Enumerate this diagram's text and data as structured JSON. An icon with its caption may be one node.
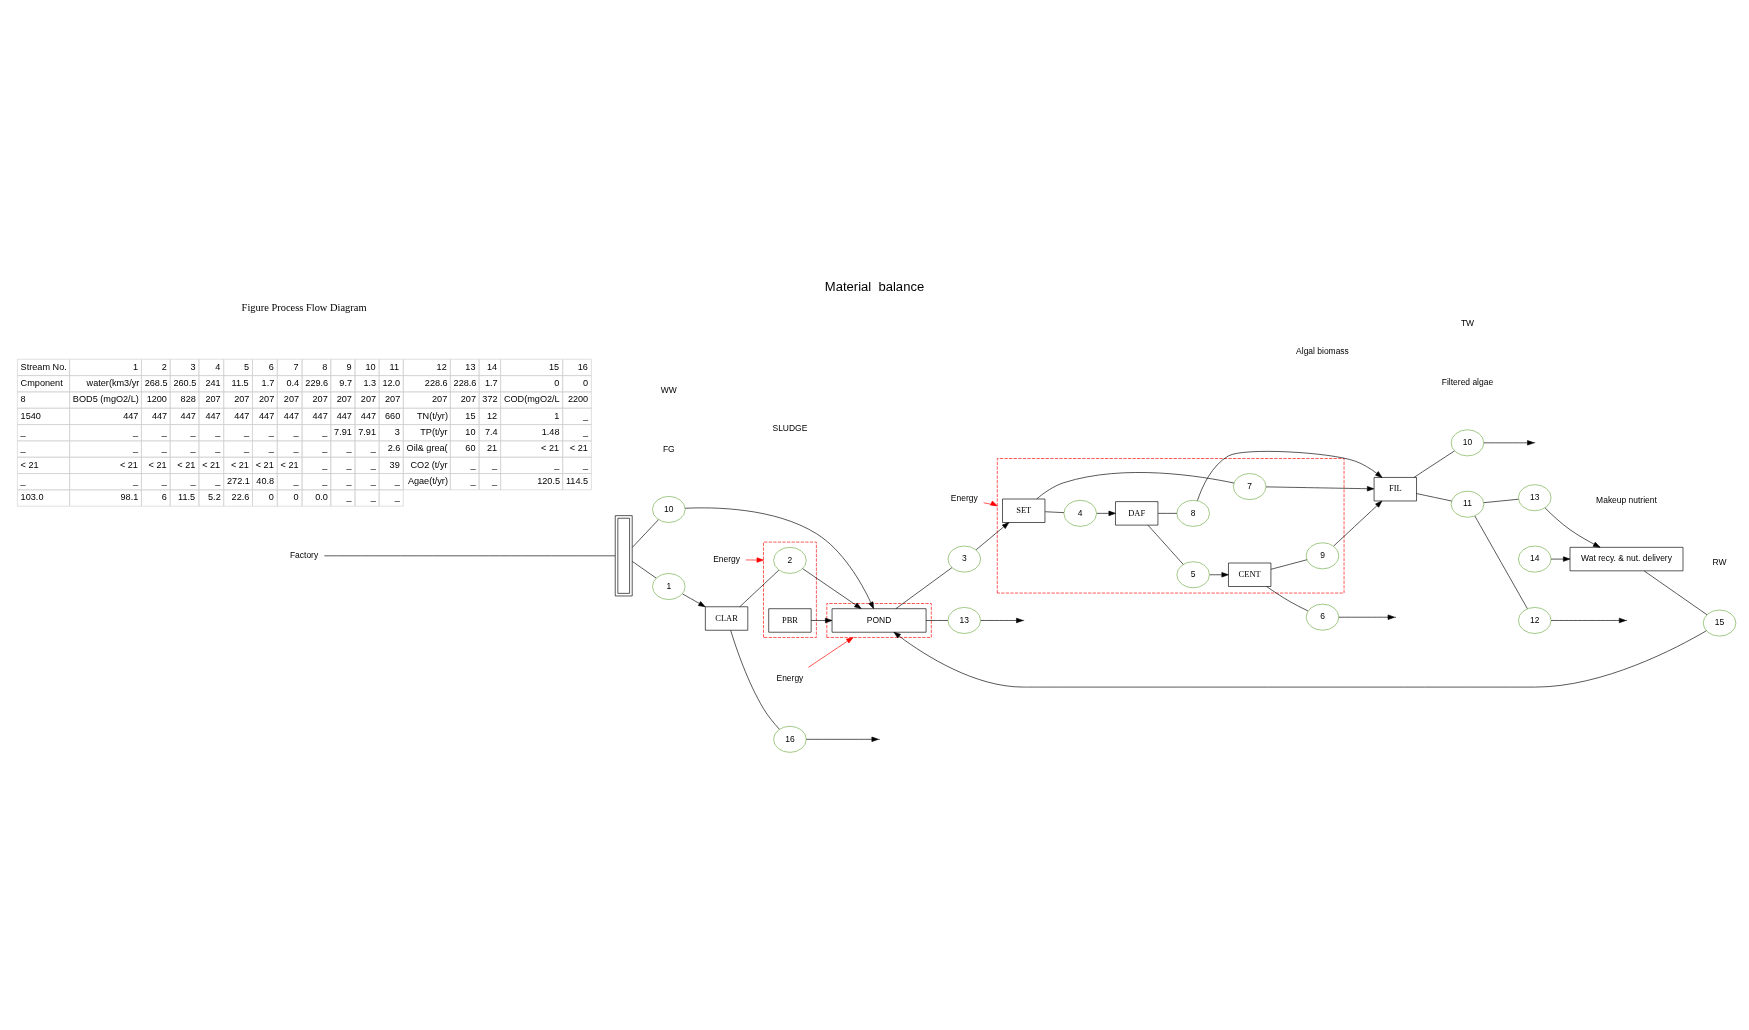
{
  "diagram": {
    "title": "Material  balance",
    "caption": "Figure Process Flow Diagram",
    "nodes": [
      {
        "text": [
          "Energy"
        ]
      },
      {
        "text": [
          "Energy"
        ]
      },
      {
        "text": [
          "13"
        ]
      },
      {
        "text": [
          "10"
        ]
      },
      {
        "text": [
          "Energy"
        ]
      },
      {
        "text": [],
        "shape": "box"
      },
      {
        "text": [],
        "shape": "box"
      },
      {
        "text": [],
        "shape": "box"
      },
      {
        "text": [],
        "shape": "bar"
      },
      {
        "text": [
          "1"
        ]
      },
      {
        "text": [
          "CLAR"
        ]
      },
      {
        "text": [
          "2"
        ],
        "in": 5
      },
      {
        "text": [
          "PBR"
        ],
        "in": 5
      },
      {
        "text": [
          "POND"
        ],
        "in": 6
      },
      {
        "text": [
          "3"
        ]
      },
      {
        "text": [
          "SET"
        ],
        "in": 7
      },
      {
        "text": [
          "4"
        ],
        "in": 7
      },
      {
        "text": [
          "DAF"
        ],
        "in": 7
      },
      {
        "text": [
          "5"
        ],
        "in": 7
      },
      {
        "text": [
          "CENT"
        ],
        "in": 7
      },
      {
        "text": [
          "6"
        ]
      },
      {
        "text": [
          "7"
        ],
        "in": 7
      },
      {
        "text": [
          "8"
        ],
        "in": 7
      },
      {
        "text": [
          "9"
        ],
        "in": 7
      },
      {
        "text": [
          "Factory"
        ]
      },
      {
        "text": [
          "FIL"
        ]
      },
      {
        "text": [
          "10"
        ]
      },
      {
        "text": [
          "15"
        ]
      },
      {
        "text": [
          "16"
        ]
      },
      {
        "text": [
          "11"
        ]
      },
      {
        "text": [
          "Wat recy. & nut. delivery"
        ]
      },
      {
        "text": [
          "13"
        ]
      },
      {
        "text": [
          "12"
        ]
      },
      {
        "text": [
          "14"
        ]
      }
    ],
    "edges": [
      {
        "from": 8,
        "to": 3,
        "arrow": "none"
      },
      {
        "from": 3,
        "to": 13,
        "arrow": "to"
      },
      {
        "from": 8,
        "to": 9,
        "arrow": "none"
      },
      {
        "from": 9,
        "to": 10,
        "arrow": "to"
      },
      {
        "from": 10,
        "to": 11,
        "arrow": "none"
      },
      {
        "from": 11,
        "to": 13,
        "arrow": "to"
      },
      {
        "from": 12,
        "to": 13,
        "arrow": "to"
      },
      {
        "from": 13,
        "to": 2,
        "arrow": "none"
      },
      {
        "from": 2,
        "to": null,
        "arrow": "to"
      },
      {
        "from": 13,
        "to": 14,
        "arrow": "none"
      },
      {
        "from": 14,
        "to": 15,
        "arrow": "to"
      },
      {
        "from": 15,
        "to": 16,
        "arrow": "none"
      },
      {
        "from": 16,
        "to": 17,
        "arrow": "to"
      },
      {
        "from": 17,
        "to": 18,
        "arrow": "none"
      },
      {
        "from": 18,
        "to": 19,
        "arrow": "to"
      },
      {
        "from": 19,
        "to": 20,
        "arrow": "none"
      },
      {
        "from": 20,
        "to": null,
        "arrow": "to"
      },
      {
        "from": 15,
        "to": 21,
        "arrow": "none"
      },
      {
        "from": 17,
        "to": 22,
        "arrow": "none"
      },
      {
        "from": 19,
        "to": 23,
        "arrow": "none"
      },
      {
        "from": 21,
        "to": 25,
        "arrow": "to"
      },
      {
        "from": 22,
        "to": 25,
        "arrow": "to"
      },
      {
        "from": 23,
        "to": 25,
        "arrow": "to"
      },
      {
        "from": 25,
        "to": 26,
        "arrow": "none"
      },
      {
        "from": 26,
        "to": null,
        "arrow": "to"
      },
      {
        "from": 10,
        "to": 28,
        "arrow": "none"
      },
      {
        "from": 28,
        "to": null,
        "arrow": "to"
      },
      {
        "from": 30,
        "to": 27,
        "arrow": "none"
      },
      {
        "from": 27,
        "to": 13,
        "arrow": "to"
      },
      {
        "from": 25,
        "to": 29,
        "arrow": "none"
      },
      {
        "from": 29,
        "to": 31,
        "arrow": "none"
      },
      {
        "from": 31,
        "to": 30,
        "arrow": "to"
      },
      {
        "from": 29,
        "to": 32,
        "arrow": "none"
      },
      {
        "from": 32,
        "to": null,
        "arrow": "to"
      },
      {
        "from": 33,
        "to": 30,
        "arrow": "to"
      },
      {
        "from": 0,
        "to": 5,
        "arrow": "to",
        "color": "#ff0000"
      },
      {
        "from": 1,
        "to": 6,
        "arrow": "to",
        "color": "#ff0000"
      },
      {
        "from": 4,
        "to": 7,
        "arrow": "to",
        "color": "#ff0000"
      },
      {
        "from": 24,
        "to": 8,
        "arrow": "none"
      }
    ],
    "labels": [
      "FG",
      "WW",
      "Algal biomass",
      "Filtered algae",
      "SLUDGE",
      "RW",
      "TW",
      "Makeup nutrient",
      "Stream No.",
      "1",
      "2",
      "3",
      "4",
      "5",
      "6",
      "7",
      "8",
      "9",
      "10",
      "11",
      "12",
      "13",
      "14",
      "15",
      "16",
      "Cmponent",
      "water(km3/yr",
      "268.5",
      "260.5",
      "241",
      "11.5",
      "1.7",
      "0.4",
      "229.6",
      "9.7",
      "1.3",
      "12.0",
      "228.6",
      "228.6",
      "1.7",
      "0",
      "0",
      "8",
      "BOD5 (mgO2/L)",
      "1200",
      "828",
      "207",
      "207",
      "207",
      "207",
      "207",
      "207",
      "207",
      "207",
      "207",
      "207",
      "372",
      "COD(mgO2/L",
      "2200",
      "1540",
      "447",
      "447",
      "447",
      "447",
      "447",
      "447",
      "447",
      "447",
      "447",
      "447",
      "660",
      "TN(t/yr)",
      "15",
      "12",
      "1",
      "_",
      "_",
      "_",
      "_",
      "_",
      "_",
      "_",
      "_",
      "_",
      "_",
      "7.91",
      "7.91",
      "3",
      "TP(t/yr",
      "10",
      "7.4",
      "1.48",
      "_",
      "_",
      "_",
      "_",
      "_",
      "_",
      "_",
      "_",
      "_",
      "_",
      "_",
      "_",
      "2.6",
      "Oil& grea(",
      "60",
      "21",
      "< 21",
      "< 21",
      "< 21",
      "< 21",
      "< 21",
      "< 21",
      "< 21",
      "< 21",
      "< 21",
      "< 21",
      "_",
      "_",
      "_",
      "39",
      "CO2 (t/yr",
      "_",
      "_",
      "_",
      "_",
      "_",
      "_",
      "_",
      "_",
      "_",
      "272.1",
      "40.8",
      "_",
      "_",
      "_",
      "_",
      "_",
      "Agae(t/yr)",
      "_",
      "_",
      "120.5",
      "114.5",
      "103.0",
      "98.1",
      "6",
      "11.5",
      "5.2",
      "22.6",
      "0",
      "0",
      "0.0",
      "_",
      "_",
      "_"
    ]
  }
}
